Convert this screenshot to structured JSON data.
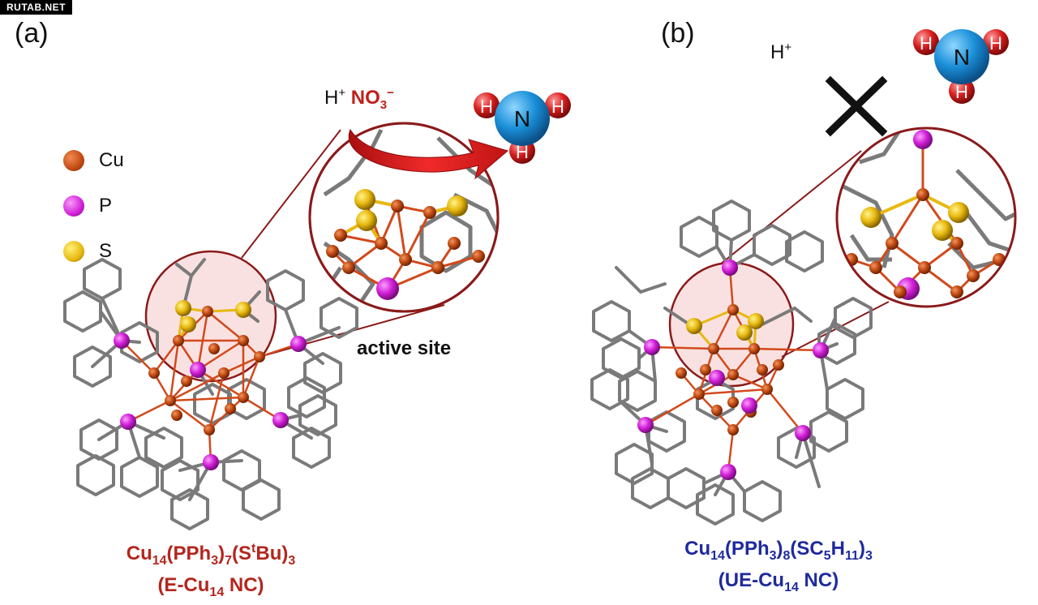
{
  "watermark": "RUTAB.NET",
  "panel_a": {
    "label": "(a)",
    "legend": [
      {
        "symbol": "Cu",
        "color": "#c24a12"
      },
      {
        "symbol": "P",
        "color": "#d21fd8"
      },
      {
        "symbol": "S",
        "color": "#e8b80f"
      }
    ],
    "reactants": {
      "proton": "H",
      "proton_charge": "+",
      "nitrate": "NO",
      "nitrate_sub": "3",
      "nitrate_charge": "−"
    },
    "product": {
      "center": "N",
      "h1": "H",
      "h2": "H",
      "h3": "H"
    },
    "active_site_label": "active site",
    "formula": {
      "p1": "Cu",
      "s1": "14",
      "p2": "(PPh",
      "s2": "3",
      "p3": ")",
      "s3": "7",
      "p4": "(S",
      "sup": "t",
      "p5": "Bu)",
      "s4": "3"
    },
    "name": "(E-Cu",
    "name_sub": "14",
    "name_tail": " NC)"
  },
  "panel_b": {
    "label": "(b)",
    "proton": "H",
    "proton_charge": "+",
    "product": {
      "center": "N",
      "h1": "H",
      "h2": "H",
      "h3": "H"
    },
    "formula": {
      "p1": "Cu",
      "s1": "14",
      "p2": "(PPh",
      "s2": "3",
      "p3": ")",
      "s3": "8",
      "p4": "(SC",
      "s4": "5",
      "p5": "H",
      "s5": "11",
      "p6": ")",
      "s6": "3"
    },
    "name": "(UE-Cu",
    "name_sub": "14",
    "name_tail": " NC)"
  },
  "colors": {
    "copper": "#c24a12",
    "phosphorus": "#d21fd8",
    "sulfur": "#e8b80f",
    "bond_gray": "#7a7a7a",
    "bond_copper": "#d2491b",
    "circle": "#8b1a1a",
    "arrow_red": "#e01e1e",
    "nitrogen_blue": "#1a8fd8",
    "hydrogen_red": "#d81e1e",
    "formula_red": "#b3261e",
    "formula_blue": "#1f2a9c"
  }
}
